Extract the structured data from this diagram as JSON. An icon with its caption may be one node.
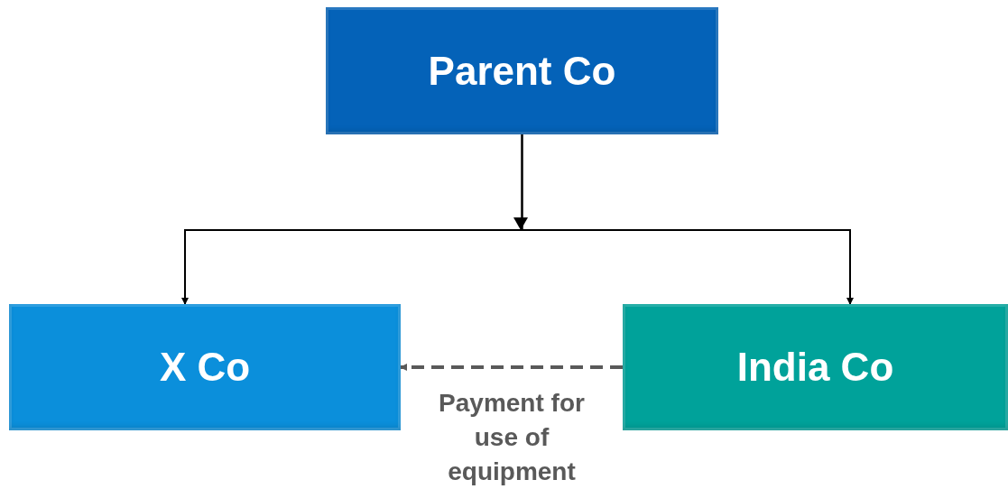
{
  "diagram": {
    "nodes": [
      {
        "text": [
          "Parent Co"
        ]
      },
      {
        "text": [
          "X Co"
        ]
      },
      {
        "text": [
          "India Co"
        ]
      }
    ],
    "edges": [
      {
        "from": 0,
        "to": 1,
        "arrow": "to"
      },
      {
        "from": 0,
        "to": 2,
        "arrow": "to"
      },
      {
        "from": 2,
        "to": 1,
        "arrow": "to",
        "label": "Payment for use of equipment",
        "style": "dashed",
        "color": "#595959"
      }
    ]
  }
}
